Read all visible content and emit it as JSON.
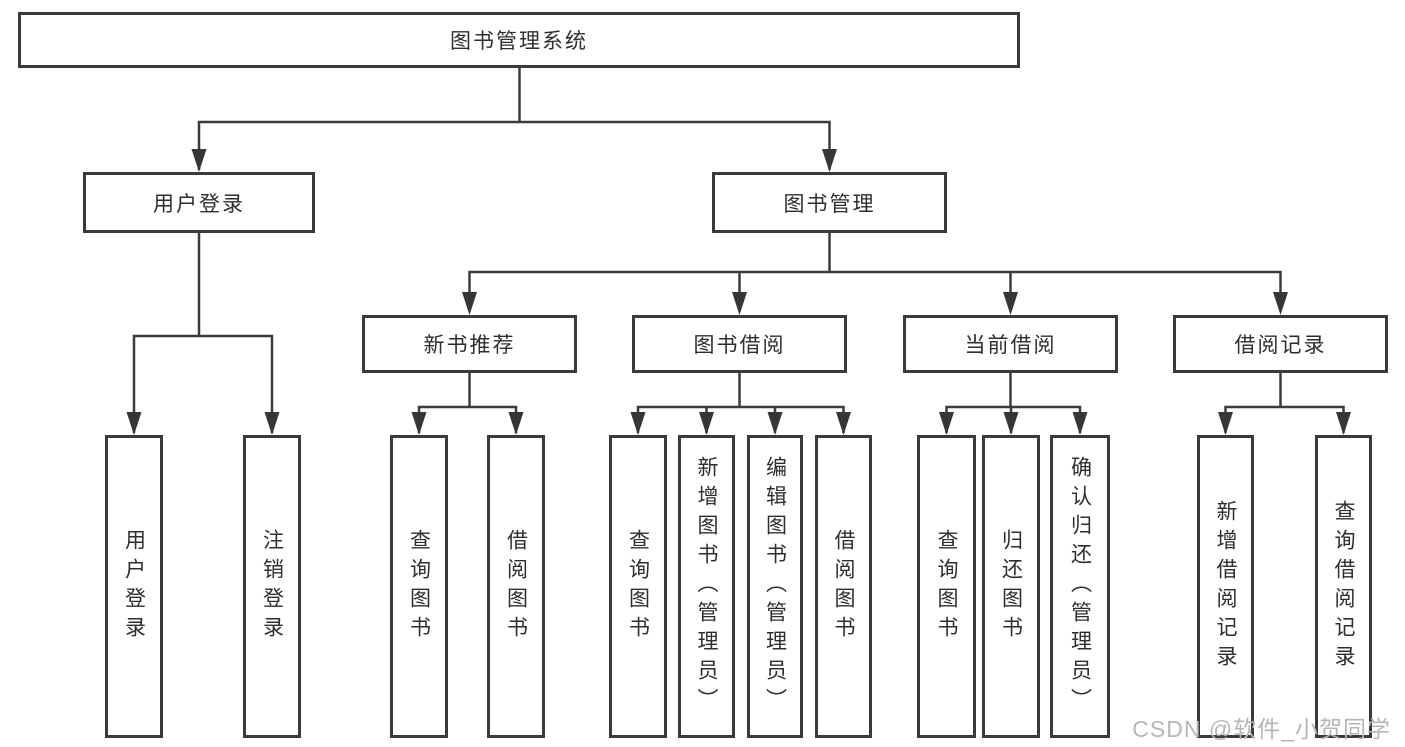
{
  "diagram": {
    "root": {
      "label": "图书管理系统"
    },
    "login_branch": {
      "label": "用户登录",
      "children": [
        "用户登录",
        "注销登录"
      ]
    },
    "management_branch": {
      "label": "图书管理",
      "modules": [
        {
          "label": "新书推荐",
          "children": [
            "查询图书",
            "借阅图书"
          ]
        },
        {
          "label": "图书借阅",
          "children": [
            "查询图书",
            "新增图书（管理员）",
            "编辑图书（管理员）",
            "借阅图书"
          ]
        },
        {
          "label": "当前借阅",
          "children": [
            "查询图书",
            "归还图书",
            "确认归还（管理员）"
          ]
        },
        {
          "label": "借阅记录",
          "children": [
            "新增借阅记录",
            "查询借阅记录"
          ]
        }
      ]
    },
    "colors": {
      "box_border": "#3a3a3a",
      "line": "#3b3b3b",
      "background": "#ffffff",
      "text": "#2e2e2e"
    }
  },
  "watermark": {
    "text": "CSDN @软件_小贺同学",
    "color": "#b3b7bb"
  }
}
